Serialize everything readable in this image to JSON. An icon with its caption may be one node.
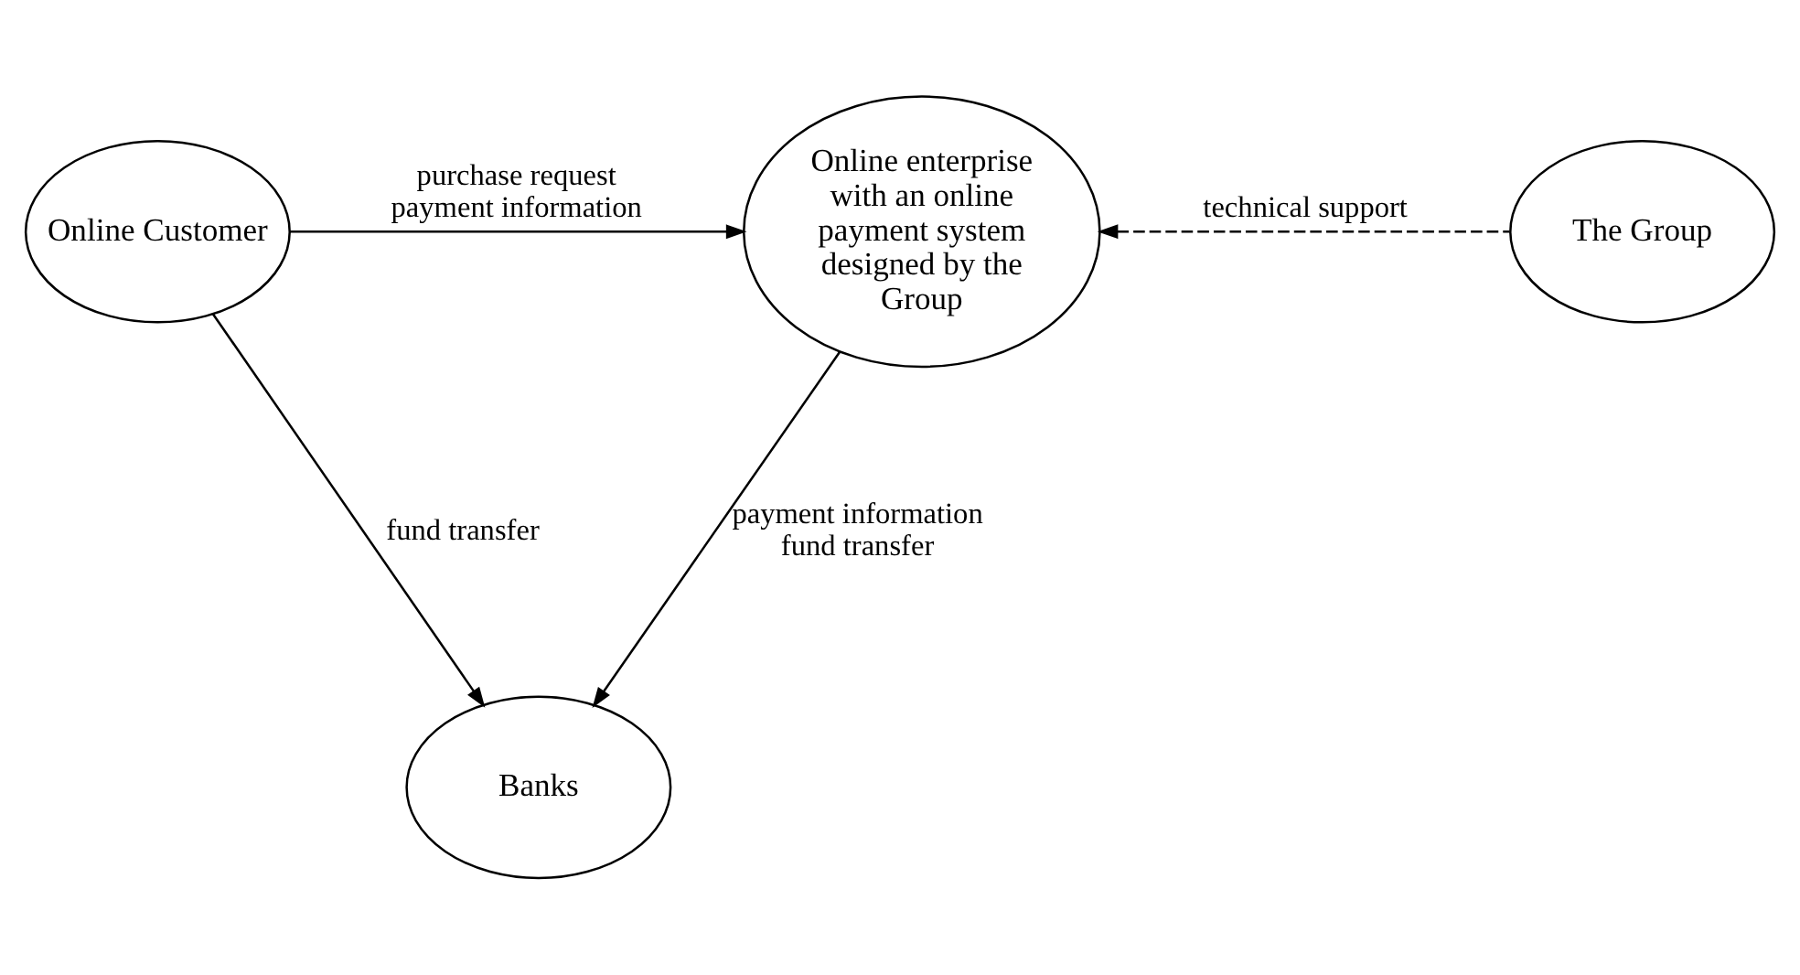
{
  "diagram": {
    "nodes": [
      {
        "text": [
          "Online Customer"
        ]
      },
      {
        "text": [
          "Online enterprise with an online payment system designed by the Group"
        ]
      },
      {
        "text": [
          "The Group"
        ]
      },
      {
        "text": [
          "Banks"
        ]
      }
    ],
    "edges": [
      {
        "from": 0,
        "to": 1,
        "arrow": "to",
        "label": [
          "purchase request",
          "payment information"
        ]
      },
      {
        "from": 2,
        "to": 1,
        "arrow": "to",
        "style": "dashed",
        "label": [
          "technical support"
        ]
      },
      {
        "from": 1,
        "to": 3,
        "arrow": "to",
        "label": [
          "payment information",
          "fund transfer"
        ]
      },
      {
        "from": 0,
        "to": 3,
        "arrow": "to",
        "label": [
          "fund transfer"
        ]
      }
    ]
  }
}
